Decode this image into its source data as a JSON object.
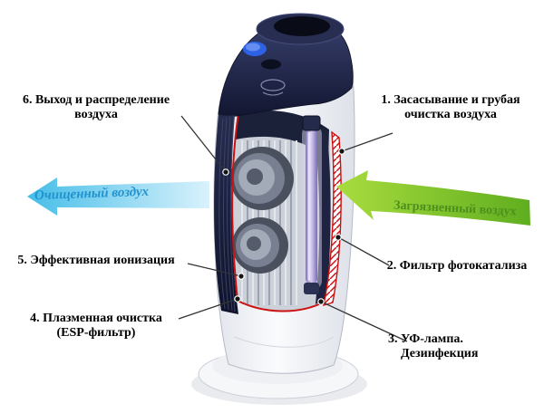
{
  "labels": {
    "intake": {
      "line1": "1. Засасывание и грубая",
      "line2": "очистка воздуха"
    },
    "photocatalysis": {
      "line1": "2. Фильтр фотокатализа"
    },
    "uv_lamp": {
      "line1": "3. УФ-лампа.",
      "line2": "Дезинфекция"
    },
    "plasma": {
      "line1": "4. Плазменная очистка",
      "line2": "(ESP-фильтр)"
    },
    "ionization": {
      "line1": "5. Эффективная ионизация"
    },
    "outlet": {
      "line1": "6. Выход и распределение",
      "line2": "воздуха"
    },
    "clean_air": "Очищенный воздух",
    "dirty_air": "Загрязненный воздух"
  },
  "colors": {
    "clean_air_text": "#2193cf",
    "dirty_air_text": "#4d8f1d",
    "clean_arrow_head": "#45bde8",
    "clean_arrow_tail": "#d9f2fc",
    "dirty_arrow_head": "#a9dc3e",
    "dirty_arrow_tail": "#5fae1f",
    "cutaway_outline": "#cc1111",
    "uv_lamp": "#8374bd",
    "device_dark": "#161b33"
  }
}
